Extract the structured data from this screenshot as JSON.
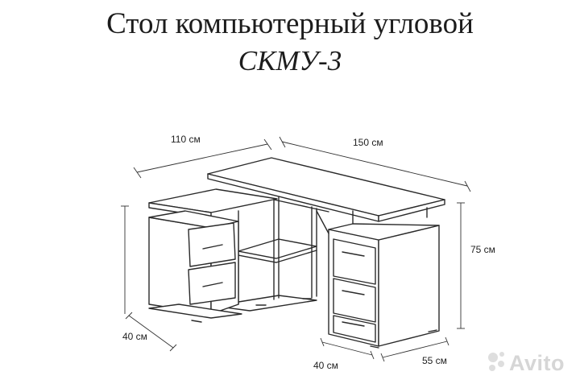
{
  "title": {
    "line1": "Стол компьютерный угловой",
    "line2": "СКМУ-3"
  },
  "dimensions": {
    "left_width": "110 см",
    "right_width": "150 см",
    "height": "75 см",
    "left_depth": "40 см",
    "right_depth_front": "40 см",
    "right_depth_side": "55 см"
  },
  "watermark": {
    "brand": "Avito",
    "icon": "avito-logo-icon"
  },
  "colors": {
    "line": "#2a2a2a",
    "background": "#ffffff"
  }
}
